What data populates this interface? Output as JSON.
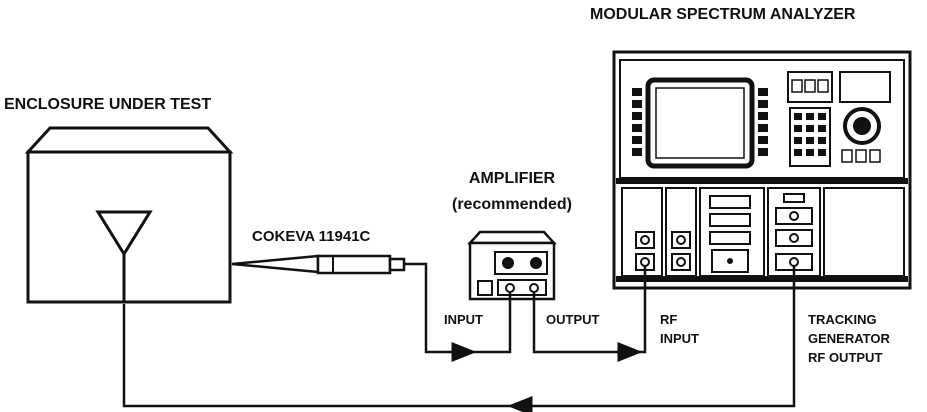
{
  "labels": {
    "analyzer_title": "MODULAR SPECTRUM ANALYZER",
    "enclosure_title": "ENCLOSURE UNDER TEST",
    "amplifier_title": "AMPLIFIER",
    "amplifier_note": "(recommended)",
    "probe": "COKEVA 11941C",
    "input": "INPUT",
    "output": "OUTPUT",
    "rf_input_line1": "RF",
    "rf_input_line2": "INPUT",
    "tg_line1": "TRACKING",
    "tg_line2": "GENERATOR",
    "tg_line3": "RF OUTPUT"
  }
}
